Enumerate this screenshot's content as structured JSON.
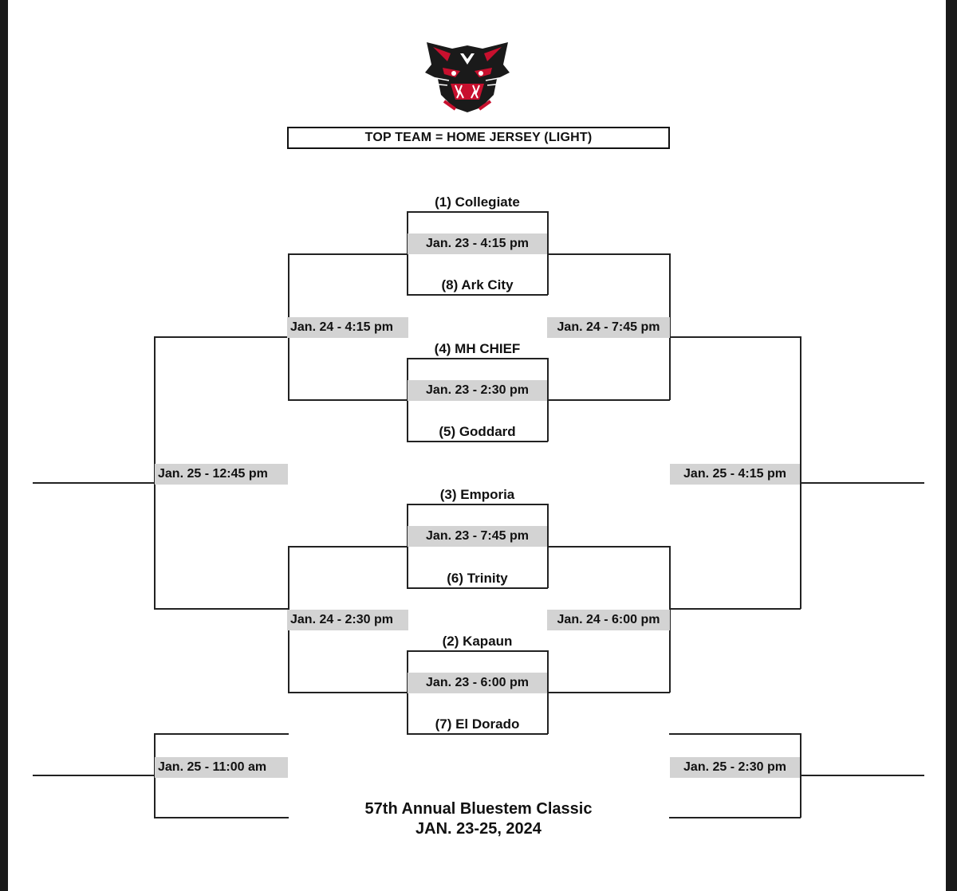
{
  "header": {
    "banner": "TOP TEAM = HOME JERSEY (LIGHT)",
    "logo_icon": "panther-head-logo",
    "logo_colors": {
      "dark": "#1a1a1a",
      "accent": "#c8102e"
    }
  },
  "bracket": {
    "teams": [
      "(1) Collegiate",
      "(8) Ark City",
      "(4) MH CHIEF",
      "(5) Goddard",
      "(3) Emporia",
      "(6) Trinity",
      "(2) Kapaun",
      "(7) El Dorado"
    ],
    "round1_games": [
      "Jan. 23 - 4:15 pm",
      "Jan. 23 - 2:30 pm",
      "Jan. 23 - 7:45 pm",
      "Jan. 23 - 6:00 pm"
    ],
    "round2_left_games": [
      "Jan. 24 - 4:15 pm",
      "Jan. 24 - 2:30 pm"
    ],
    "round2_right_games": [
      "Jan. 24 - 7:45 pm",
      "Jan. 24 - 6:00 pm"
    ],
    "final_left": "Jan. 25 - 12:45 pm",
    "final_right": "Jan. 25 - 4:15 pm",
    "placement_left": "Jan. 25 - 11:00 am",
    "placement_right": "Jan. 25 - 2:30 pm"
  },
  "footer": {
    "title": "57th Annual Bluestem Classic",
    "dates": "JAN. 23-25, 2024"
  }
}
